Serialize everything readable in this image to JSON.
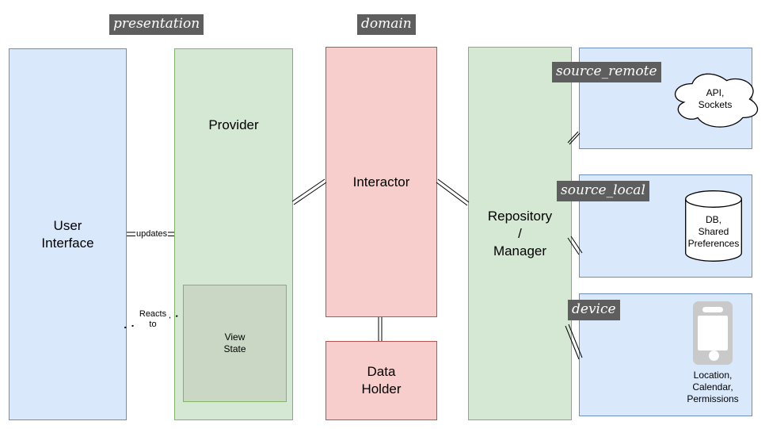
{
  "layer_badges": {
    "presentation": "presentation",
    "domain": "domain"
  },
  "nodes": {
    "user_interface": {
      "label": "User\nInterface"
    },
    "provider": {
      "label": "Provider"
    },
    "view_state": {
      "label": "View\nState"
    },
    "interactor": {
      "label": "Interactor"
    },
    "data_holder": {
      "label": "Data\nHolder"
    },
    "repository": {
      "label": "Repository\n/\nManager"
    }
  },
  "sources": {
    "remote": {
      "badge": "source_remote",
      "icon": "cloud-icon",
      "caption": "API,\nSockets"
    },
    "local": {
      "badge": "source_local",
      "icon": "database-cylinder-icon",
      "caption": "DB,\nShared\nPreferences"
    },
    "device": {
      "badge": "device",
      "icon": "smartphone-icon",
      "caption": "Location,\nCalendar,\nPermissions"
    }
  },
  "edges": {
    "updates_label": "updates",
    "reacts_to_label": "Reacts\nto"
  },
  "colors": {
    "blue_fill": "#dae8fc",
    "blue_stroke": "#6c8ebf",
    "green_fill": "#d5e8d4",
    "green_stroke": "#82b366",
    "red_fill": "#f8cecc",
    "red_stroke": "#b85450",
    "inner_green_fill": "#c9d7c4",
    "badge_bg": "#5e5e5e",
    "badge_text": "#ffffff",
    "line": "#000000",
    "phone_gray": "#c9c9c9"
  }
}
